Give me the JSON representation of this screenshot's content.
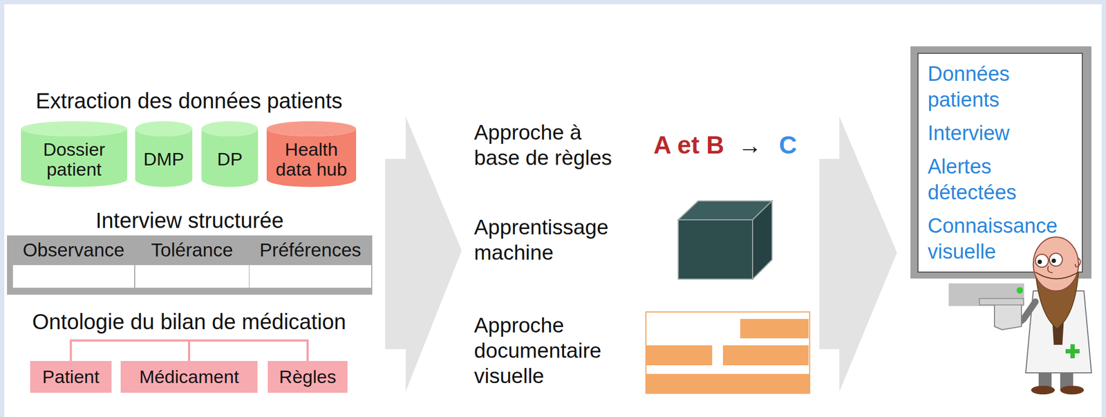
{
  "diagram": {
    "nodes": [
      {
        "text": [
          "Dossier patient"
        ]
      },
      {
        "text": [
          "DMP"
        ]
      },
      {
        "text": [
          "DP"
        ]
      },
      {
        "text": [
          "Health data hub"
        ]
      },
      {
        "text": [
          "Interview structurée"
        ]
      },
      {
        "text": [
          "Observance"
        ],
        "in": 4
      },
      {
        "text": [
          "Tolérance"
        ],
        "in": 4
      },
      {
        "text": [
          "Préférences"
        ],
        "in": 4
      },
      {
        "text": [
          "Patient"
        ]
      },
      {
        "text": [
          "Médicament"
        ]
      },
      {
        "text": [
          "Règles"
        ]
      },
      {
        "text": [
          "Données patients",
          "Interview",
          "Alertes détectées",
          "Connaissance visuelle"
        ]
      }
    ],
    "labels": [
      "Extraction des données patients",
      "Ontologie du bilan de médication",
      "Approche à base de règles",
      "A et B",
      "→",
      "C",
      "Apprentissage machine",
      "Approche documentaire visuelle"
    ]
  }
}
